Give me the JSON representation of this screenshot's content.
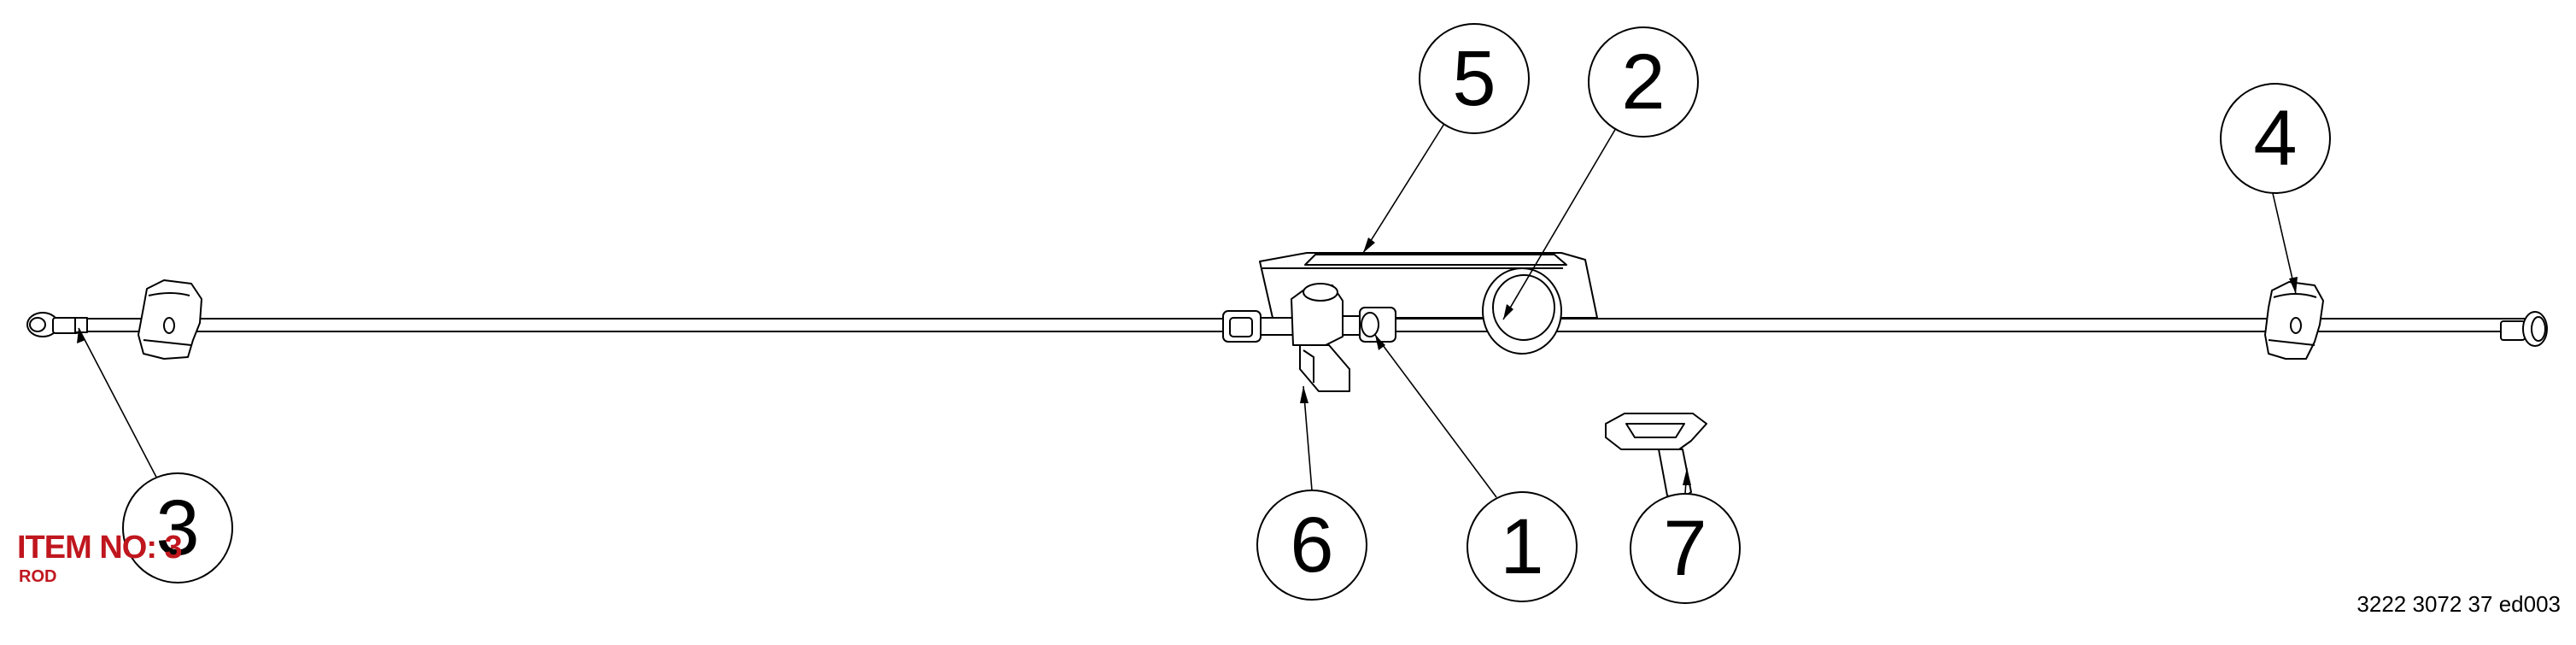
{
  "item_label": {
    "title": "ITEM NO: 3",
    "subtitle": "ROD",
    "color": "#c0161e"
  },
  "drawing_code": "3222 3072 37 ed003",
  "callouts": [
    {
      "id": "3",
      "label": "3"
    },
    {
      "id": "6",
      "label": "6"
    },
    {
      "id": "1",
      "label": "1"
    },
    {
      "id": "7",
      "label": "7"
    },
    {
      "id": "5",
      "label": "5"
    },
    {
      "id": "2",
      "label": "2"
    },
    {
      "id": "4",
      "label": "4"
    }
  ]
}
